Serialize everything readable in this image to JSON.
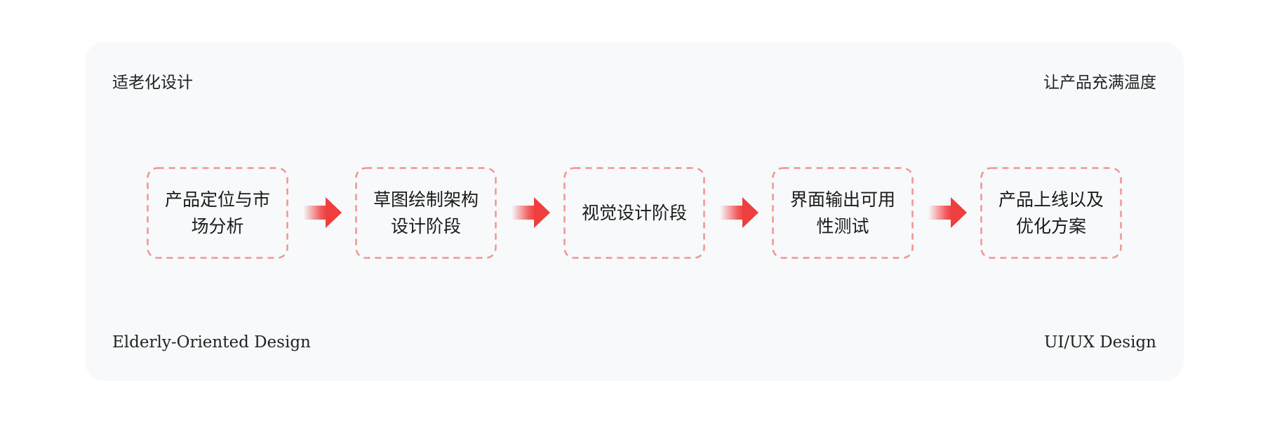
{
  "card": {
    "top_left": "适老化设计",
    "top_right": "让产品充满温度",
    "bottom_left": "Elderly-Oriented Design",
    "bottom_right": "UI/UX Design"
  },
  "steps": [
    {
      "label": "产品定位与市场分析"
    },
    {
      "label": "草图绘制架构设计阶段"
    },
    {
      "label": "视觉设计阶段"
    },
    {
      "label": "界面输出可用性测试"
    },
    {
      "label": "产品上线以及优化方案"
    }
  ],
  "colors": {
    "card_background": "#f7f9fb",
    "dash_border": "#f0958f",
    "arrow": "#ef3e3e",
    "text": "#1a1a1a"
  }
}
